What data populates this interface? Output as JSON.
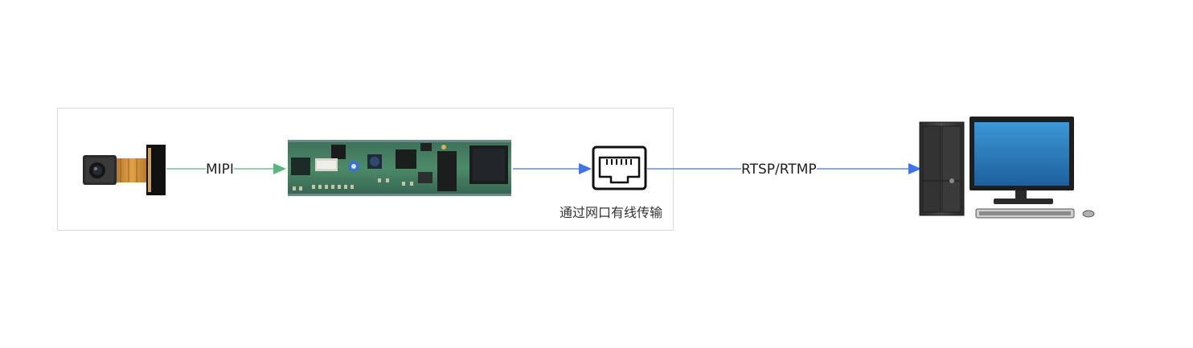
{
  "labels": {
    "mipi": "MIPI",
    "rtsp": "RTSP/RTMP",
    "ethernet_caption": "通过网口有线传输"
  },
  "colors": {
    "green_link": "#5bb57f",
    "blue_link": "#4173e8",
    "group_border": "#d9d9d9",
    "monitor_screen": "#2a7fc2",
    "pcb_green": "#3f7a5c"
  },
  "icons": {
    "camera": "camera-module-icon",
    "board": "circuit-board-icon",
    "ethernet": "ethernet-port-icon",
    "computer": "desktop-computer-icon"
  }
}
